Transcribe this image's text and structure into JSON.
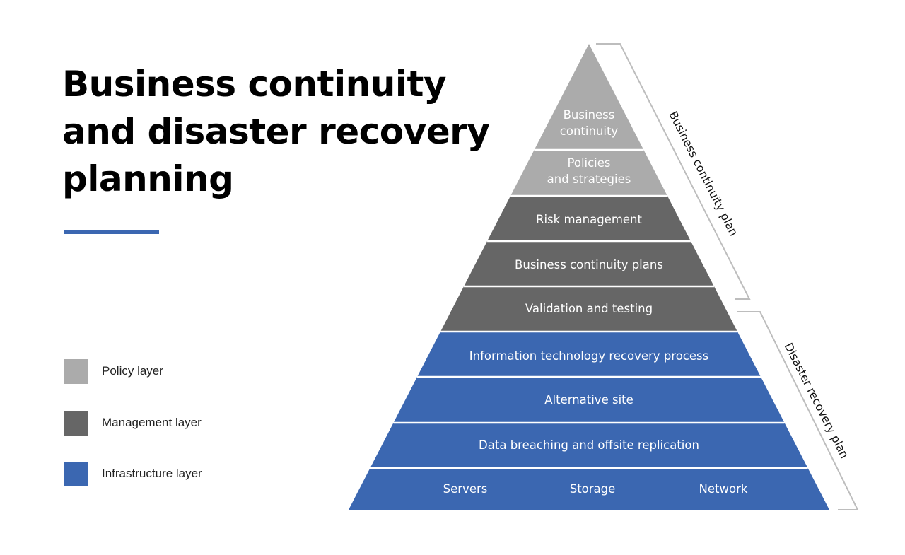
{
  "title_lines": [
    "Business continuity",
    "and disaster recovery",
    "planning"
  ],
  "colors": {
    "policy": "#ababab",
    "management": "#666666",
    "infrastructure": "#3b67b1",
    "accent": "#3b67b1",
    "separator": "#ffffff",
    "bracket": "#bdbdbd"
  },
  "legend": [
    {
      "label": "Policy layer",
      "color": "#ababab"
    },
    {
      "label": "Management layer",
      "color": "#666666"
    },
    {
      "label": "Infrastructure layer",
      "color": "#3b67b1"
    }
  ],
  "pyramid": {
    "layers": [
      {
        "lines": [
          "Business",
          "continuity"
        ],
        "layer": "policy"
      },
      {
        "lines": [
          "Policies",
          "and strategies"
        ],
        "layer": "policy"
      },
      {
        "lines": [
          "Risk management"
        ],
        "layer": "management"
      },
      {
        "lines": [
          "Business continuity plans"
        ],
        "layer": "management"
      },
      {
        "lines": [
          "Validation and testing"
        ],
        "layer": "management"
      },
      {
        "lines": [
          "Information technology recovery process"
        ],
        "layer": "infrastructure"
      },
      {
        "lines": [
          "Alternative site"
        ],
        "layer": "infrastructure"
      },
      {
        "lines": [
          "Data breaching and offsite replication"
        ],
        "layer": "infrastructure"
      },
      {
        "items": [
          "Servers",
          "Storage",
          "Network"
        ],
        "layer": "infrastructure"
      }
    ]
  },
  "brackets": [
    {
      "label": "Business continuity plan"
    },
    {
      "label": "Disaster recovery plan"
    }
  ]
}
